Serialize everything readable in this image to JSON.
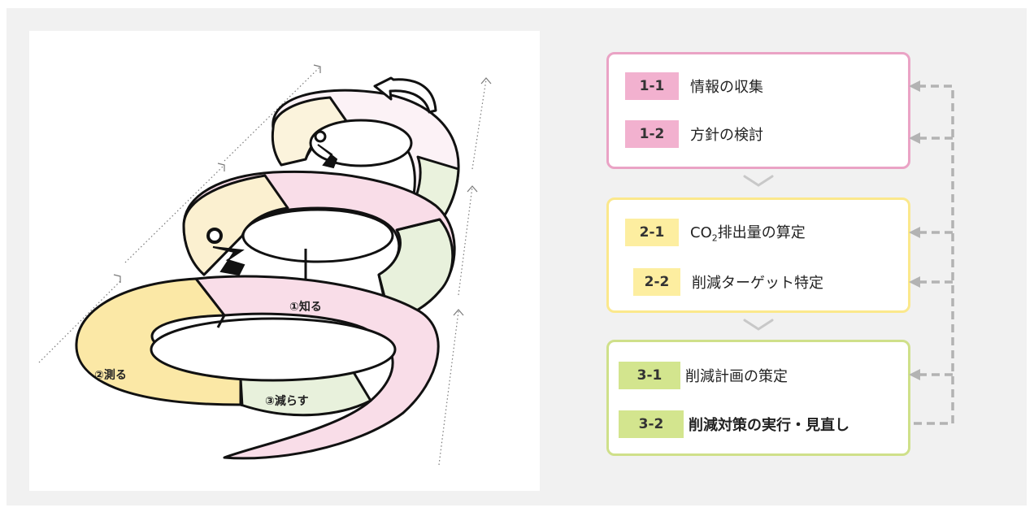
{
  "illustration": {
    "labels": {
      "know": "①知る",
      "measure": "②測る",
      "reduce": "③減らす"
    }
  },
  "steps": {
    "group1": {
      "color": "#eaa3c5",
      "badge_color": "#f2b1cf",
      "items": [
        {
          "number": "1-1",
          "label": "情報の収集"
        },
        {
          "number": "1-2",
          "label": "方針の検討"
        }
      ]
    },
    "group2": {
      "color": "#fbe88c",
      "badge_color": "#fdeea0",
      "items": [
        {
          "number": "2-1",
          "label_prefix": "CO",
          "label_sub": "2",
          "label_suffix": "排出量の算定"
        },
        {
          "number": "2-2",
          "label": "削減ターゲット特定"
        }
      ]
    },
    "group3": {
      "color": "#cfe08a",
      "badge_color": "#d3e58e",
      "items": [
        {
          "number": "3-1",
          "label": "削減計画の策定"
        },
        {
          "number": "3-2",
          "label": "削減対策の実行・見直し"
        }
      ]
    }
  },
  "colors": {
    "pink_fill": "#f9dde8",
    "yellow_fill": "#fbecb6",
    "green_fill": "#e8f1dc",
    "arrow_gray": "#b3b3b3"
  }
}
